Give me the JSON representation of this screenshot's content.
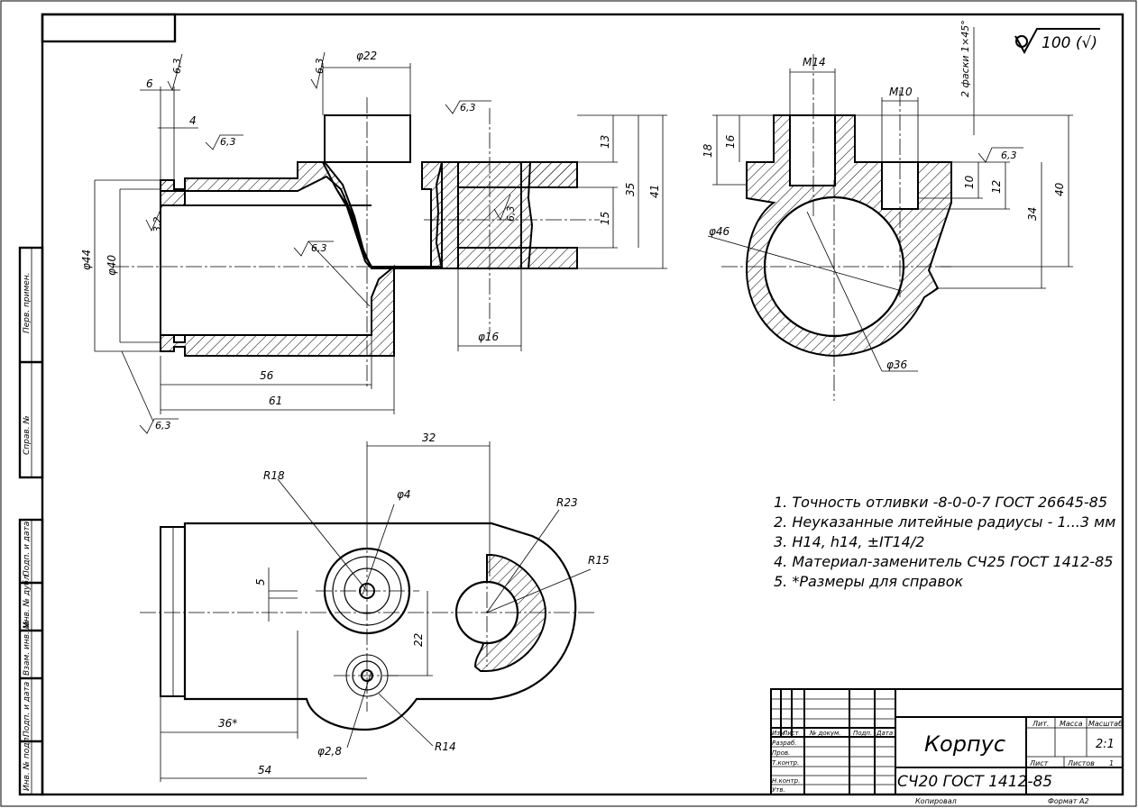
{
  "title_block": {
    "name": "Корпус",
    "material": "СЧ20 ГОСТ 1412-85",
    "scale": "2:1",
    "sheet_label": "Лист",
    "sheets_label": "Листов",
    "sheets_count": "1",
    "lit_label": "Лит.",
    "mass_label": "Масса",
    "scale_label": "Масштаб",
    "copied": "Копировал",
    "format": "Формат   А2",
    "col_izm": "Изм",
    "col_list": "Лист",
    "col_doc": "№ докум.",
    "col_sign": "Подп.",
    "col_date": "Дата",
    "row_razrab": "Разраб.",
    "row_prov": "Пров.",
    "row_tkontr": "Т.контр.",
    "row_nkontr": "Н.контр.",
    "row_utv": "Утв."
  },
  "side_labels": {
    "perv": "Перв. примен.",
    "sprav": "Справ. №",
    "podp_data1": "Подп. и дата",
    "inv_dubl": "Инв. № дубл.",
    "vzam": "Взам. инв. №",
    "podp_data2": "Подп. и дата",
    "inv_podl": "Инв. № подл."
  },
  "roughness": {
    "general": "100 (√)",
    "r63": "6,3",
    "r32": "3,2"
  },
  "notes": [
    "1. Точность отливки  -8-0-0-7 ГОСТ 26645-85",
    "2. Неуказанные литейные радиусы - 1...3 мм",
    "3. H14, h14, ±IT14/2",
    "4. Материал-заменитель СЧ25 ГОСТ 1412-85",
    "5.  *Размеры для справок"
  ],
  "dims_front": {
    "d22": "φ22",
    "d6": "6",
    "d4": "4",
    "d44": "φ44",
    "d40": "φ40",
    "d56": "56",
    "d61": "61",
    "d16": "φ16",
    "d13": "13",
    "d35": "35",
    "d41": "41",
    "d15": "15"
  },
  "dims_side": {
    "m14": "M14",
    "m10": "M10",
    "chamfer": "2 фаски 1×45°",
    "d18": "18",
    "d16": "16",
    "d10": "10",
    "d12": "12",
    "d34": "34",
    "d40": "40",
    "d46": "φ46",
    "d36": "φ36"
  },
  "dims_top": {
    "d32": "32",
    "r18": "R18",
    "d4": "φ4",
    "r23": "R23",
    "r15": "R15",
    "d5": "5",
    "d22": "22",
    "d36": "36*",
    "d54": "54",
    "d28": "φ2,8",
    "r14": "R14"
  }
}
